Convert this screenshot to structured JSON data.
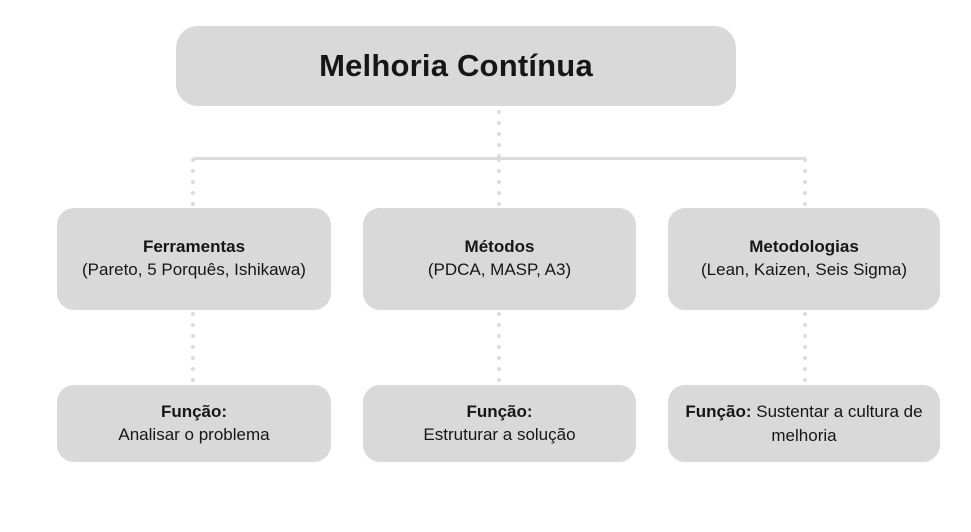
{
  "diagram": {
    "title": "Melhoria Contínua",
    "columns": [
      {
        "id": "ferramentas",
        "heading": "Ferramentas",
        "subtitle": "(Pareto, 5 Porquês, Ishikawa)",
        "function_label": "Função:",
        "function_text": "Analisar o problema",
        "function_inline": false
      },
      {
        "id": "metodos",
        "heading": "Métodos",
        "subtitle": "(PDCA, MASP, A3)",
        "function_label": "Função:",
        "function_text": "Estruturar a solução",
        "function_inline": false
      },
      {
        "id": "metodologias",
        "heading": "Metodologias",
        "subtitle": "(Lean, Kaizen, Seis Sigma)",
        "function_label": "Função:",
        "function_text": "Sustentar a cultura de melhoria",
        "function_inline": true
      }
    ],
    "colors": {
      "box_fill": "#d9d9d9",
      "text": "#161616",
      "connector": "#dcdcdc",
      "background": "#ffffff"
    }
  }
}
